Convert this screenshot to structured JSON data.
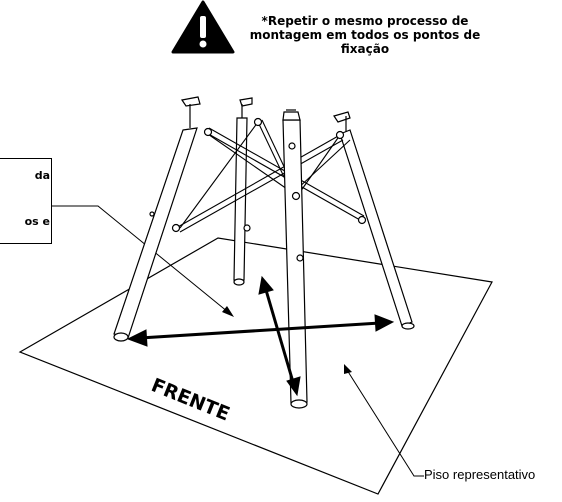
{
  "warning": {
    "icon": "warning-triangle-icon",
    "line1": "*Repetir o mesmo processo de",
    "line2": "montagem em todos os pontos de fixação"
  },
  "callout": {
    "line1": "da",
    "line2": "os e"
  },
  "floor": {
    "front_label": "FRENTE",
    "caption": "Piso representativo"
  },
  "colors": {
    "ink": "#000000",
    "paper": "#ffffff"
  }
}
